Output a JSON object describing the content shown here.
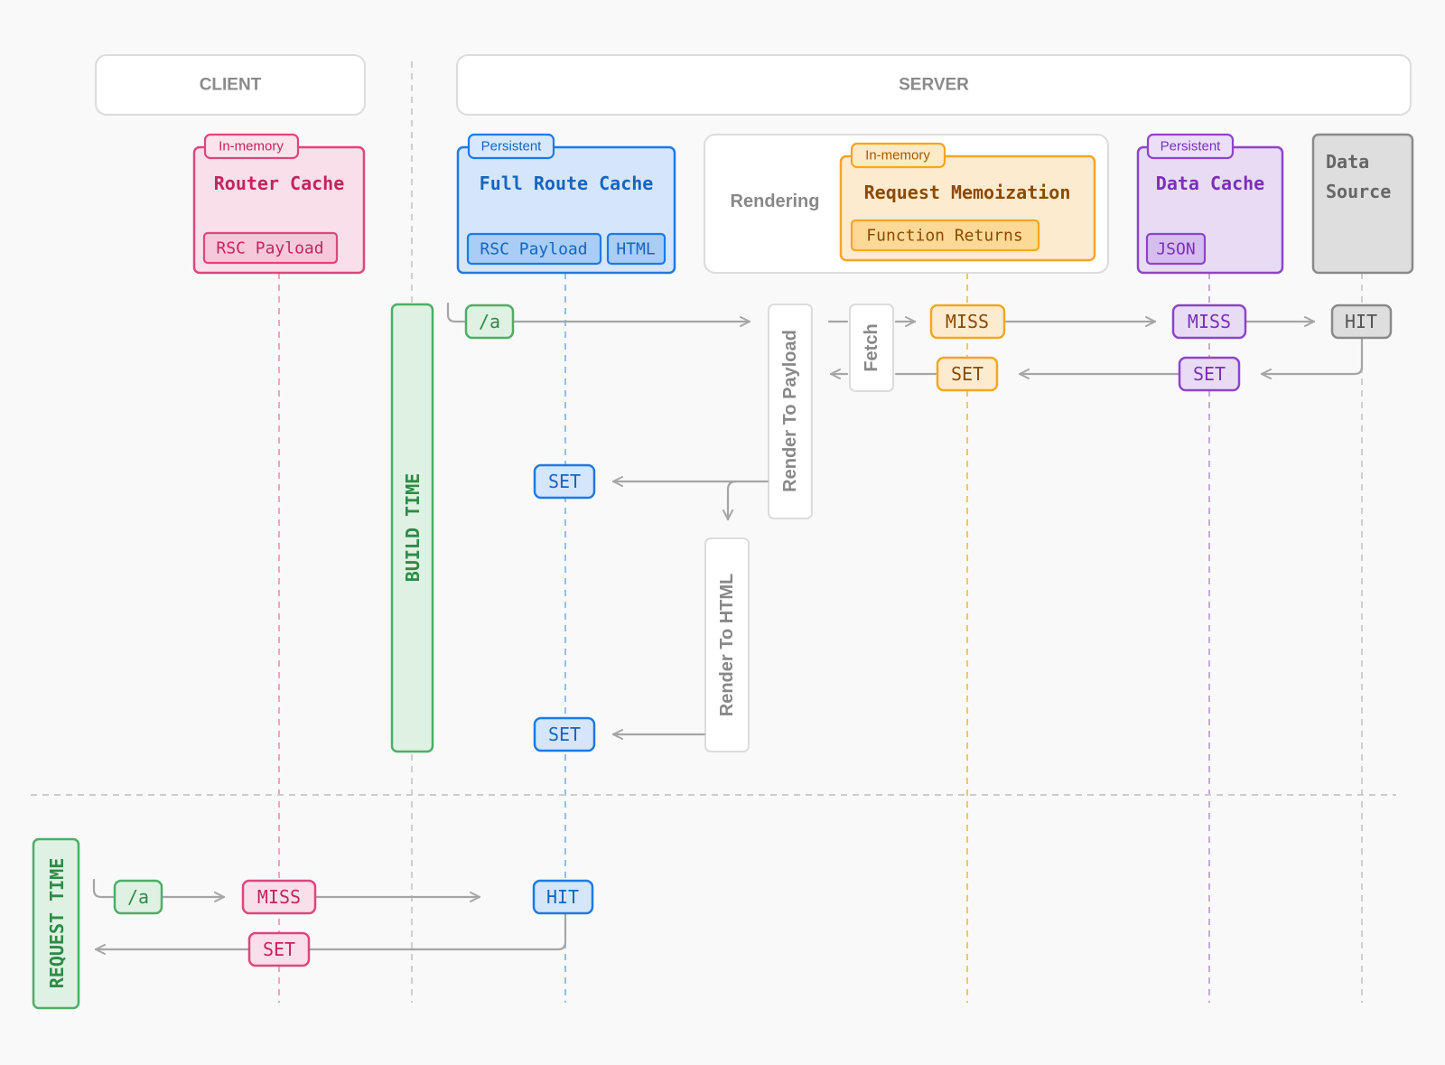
{
  "header": {
    "client_label": "CLIENT",
    "server_label": "SERVER"
  },
  "caches": {
    "router": {
      "badge": "In-memory",
      "title": "Router Cache",
      "items": [
        "RSC Payload"
      ]
    },
    "full_route": {
      "badge": "Persistent",
      "title": "Full Route Cache",
      "items": [
        "RSC Payload",
        "HTML"
      ]
    },
    "rendering": {
      "label": "Rendering"
    },
    "memo": {
      "badge": "In-memory",
      "title": "Request Memoization",
      "items": [
        "Function Returns"
      ]
    },
    "data_cache": {
      "badge": "Persistent",
      "title": "Data Cache",
      "items": [
        "JSON"
      ]
    },
    "data_source": {
      "title_line1": "Data",
      "title_line2": "Source"
    }
  },
  "phases": {
    "build": "BUILD TIME",
    "request": "REQUEST TIME"
  },
  "steps": {
    "route": "/a",
    "render_payload": "Render To Payload",
    "render_html": "Render To HTML",
    "fetch": "Fetch",
    "miss": "MISS",
    "hit": "HIT",
    "set": "SET"
  },
  "colors": {
    "router": "#d6336c",
    "full_route": "#1c7ae6",
    "memo": "#f5a623",
    "data_cache": "#8e44c9",
    "data_source": "#888888",
    "phase": "#4caf64",
    "arrow": "#a6a6a6",
    "divider": "#cccccc"
  }
}
